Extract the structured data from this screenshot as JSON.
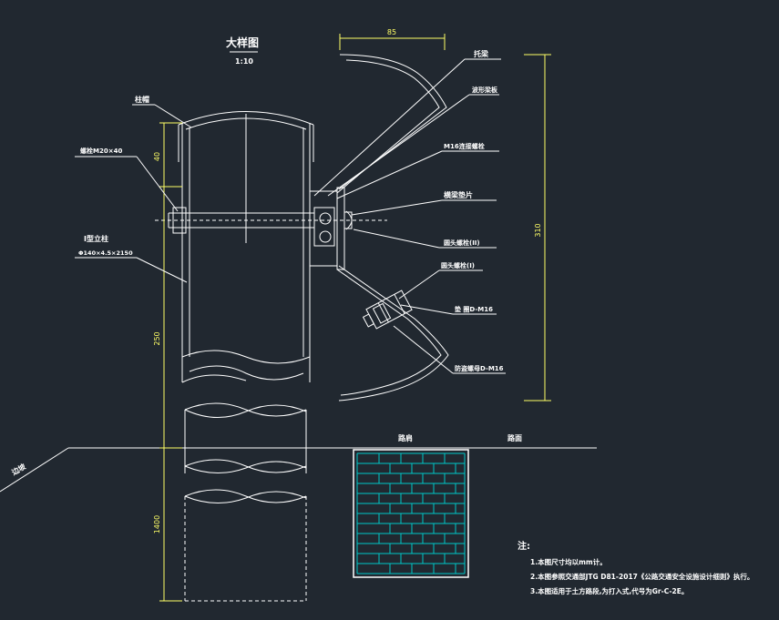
{
  "title": {
    "main": "大样图",
    "scale": "1:10"
  },
  "labels": {
    "cap": "柱帽",
    "bolt": "螺栓M20×40",
    "post_name": "I型立柱",
    "post_spec": "Φ140×4.5×2150",
    "beam": "托梁",
    "guard_plate": "波形梁板",
    "bolt_m16": "M16连接螺栓",
    "washer": "横梁垫片",
    "shoe": "圆头螺栓(II)",
    "shoe2": "圆头螺栓(I)",
    "pad": "垫 圈D-M16",
    "anti_theft": "防盗螺母D-M16",
    "shoulder": "路肩",
    "road": "路面",
    "slope": "边坡"
  },
  "dims": {
    "top_width": "85",
    "right_height": "310",
    "left_a": "40",
    "left_b": "250",
    "left_c": "1400"
  },
  "notes": {
    "heading": "注:",
    "items": [
      "1.本图尺寸均以mm计。",
      "2.本图参照交通部JTG D81-2017《公路交通安全设施设计细则》执行。",
      "3.本图适用于土方路段,为打入式,代号为Gr-C-2E。"
    ]
  },
  "colors": {
    "background": "#212830",
    "line": "#ffffff",
    "dimension": "#ffff66",
    "masonry": "#00c8c8"
  }
}
